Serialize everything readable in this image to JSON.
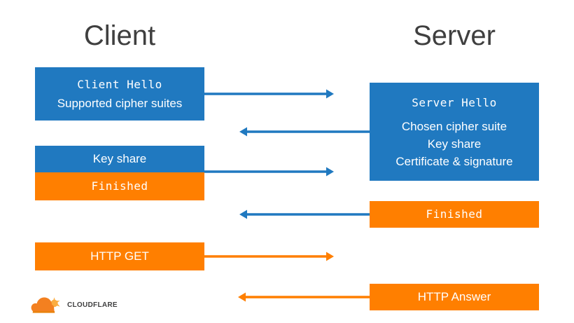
{
  "diagram": {
    "title_client": "Client",
    "title_server": "Server",
    "colors": {
      "blue": "#2079c0",
      "orange": "#ff7f00",
      "title_text": "#3f3f3f",
      "box_text": "#ffffff",
      "background": "#ffffff"
    }
  },
  "client": {
    "boxes": [
      {
        "id": "client-hello",
        "color": "blue",
        "lines": [
          {
            "text": "Client Hello",
            "style": "mono"
          },
          {
            "text": "Supported cipher suites",
            "style": "sans"
          }
        ]
      },
      {
        "id": "key-share",
        "color": "blue",
        "lines": [
          {
            "text": "Key share",
            "style": "sans"
          }
        ]
      },
      {
        "id": "client-finished",
        "color": "orange",
        "lines": [
          {
            "text": "Finished",
            "style": "mono"
          }
        ]
      },
      {
        "id": "http-get",
        "color": "orange",
        "lines": [
          {
            "text": "HTTP GET",
            "style": "sans"
          }
        ]
      }
    ]
  },
  "server": {
    "boxes": [
      {
        "id": "server-hello",
        "color": "blue",
        "lines": [
          {
            "text": "Server Hello",
            "style": "mono"
          },
          {
            "text": "Chosen cipher suite",
            "style": "sans"
          },
          {
            "text": "Key share",
            "style": "sans"
          },
          {
            "text": "Certificate & signature",
            "style": "sans"
          }
        ]
      },
      {
        "id": "server-finished",
        "color": "orange",
        "lines": [
          {
            "text": "Finished",
            "style": "mono"
          }
        ]
      },
      {
        "id": "http-answer",
        "color": "orange",
        "lines": [
          {
            "text": "HTTP Answer",
            "style": "sans"
          }
        ]
      }
    ]
  },
  "arrows": [
    {
      "id": "client-hello-to-server",
      "direction": "right",
      "color": "#2079c0"
    },
    {
      "id": "server-hello-to-client",
      "direction": "left",
      "color": "#2079c0"
    },
    {
      "id": "key-share-to-server",
      "direction": "right",
      "color": "#2079c0"
    },
    {
      "id": "server-finished-to-client",
      "direction": "left",
      "color": "#2079c0"
    },
    {
      "id": "http-get-to-server",
      "direction": "right",
      "color": "#ff7f00"
    },
    {
      "id": "http-answer-to-client",
      "direction": "left",
      "color": "#ff7f00"
    }
  ],
  "logo": {
    "wordmark": "CLOUDFLARE",
    "mark_name": "cloudflare-cloud-icon",
    "cloud_color": "#f38020",
    "sun_color": "#fbad41",
    "word_color": "#404041"
  }
}
